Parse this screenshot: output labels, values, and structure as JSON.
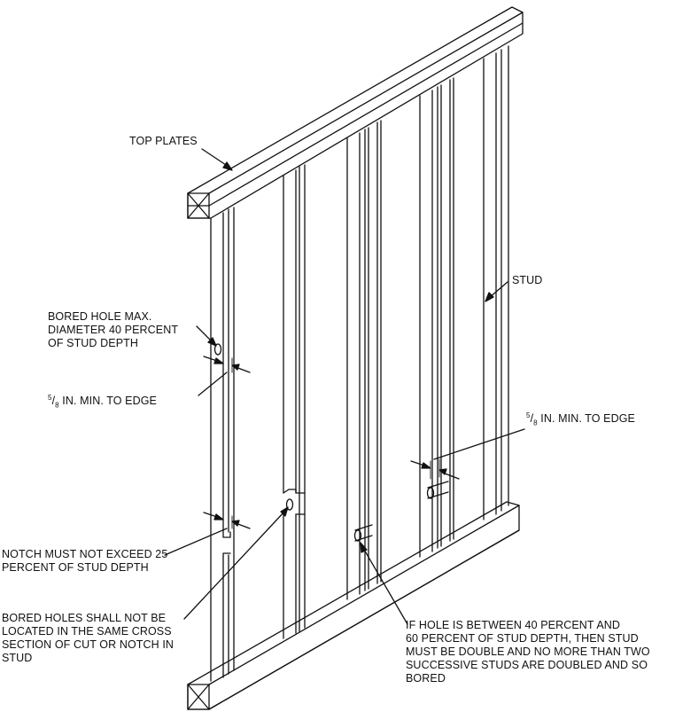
{
  "labels": {
    "top_plates": "TOP PLATES",
    "stud": "STUD",
    "bored_hole_max": "BORED HOLE MAX.\nDIAMETER 40 PERCENT\nOF STUD DEPTH",
    "edge_left_num": "5",
    "edge_left_den": "8",
    "edge_left_text": " IN. MIN. TO EDGE",
    "edge_right_num": "5",
    "edge_right_den": "8",
    "edge_right_text": " IN. MIN. TO EDGE",
    "notch": "NOTCH MUST NOT EXCEED 25\nPERCENT OF STUD DEPTH",
    "bored_holes_cross": "BORED HOLES SHALL NOT BE\nLOCATED IN THE SAME CROSS\nSECTION OF CUT OR NOTCH IN\nSTUD",
    "double_stud": "IF HOLE IS BETWEEN 40 PERCENT AND\n60 PERCENT OF STUD DEPTH, THEN STUD\nMUST BE DOUBLE AND NO MORE THAN TWO\nSUCCESSIVE STUDS ARE DOUBLED AND SO\nBORED"
  }
}
